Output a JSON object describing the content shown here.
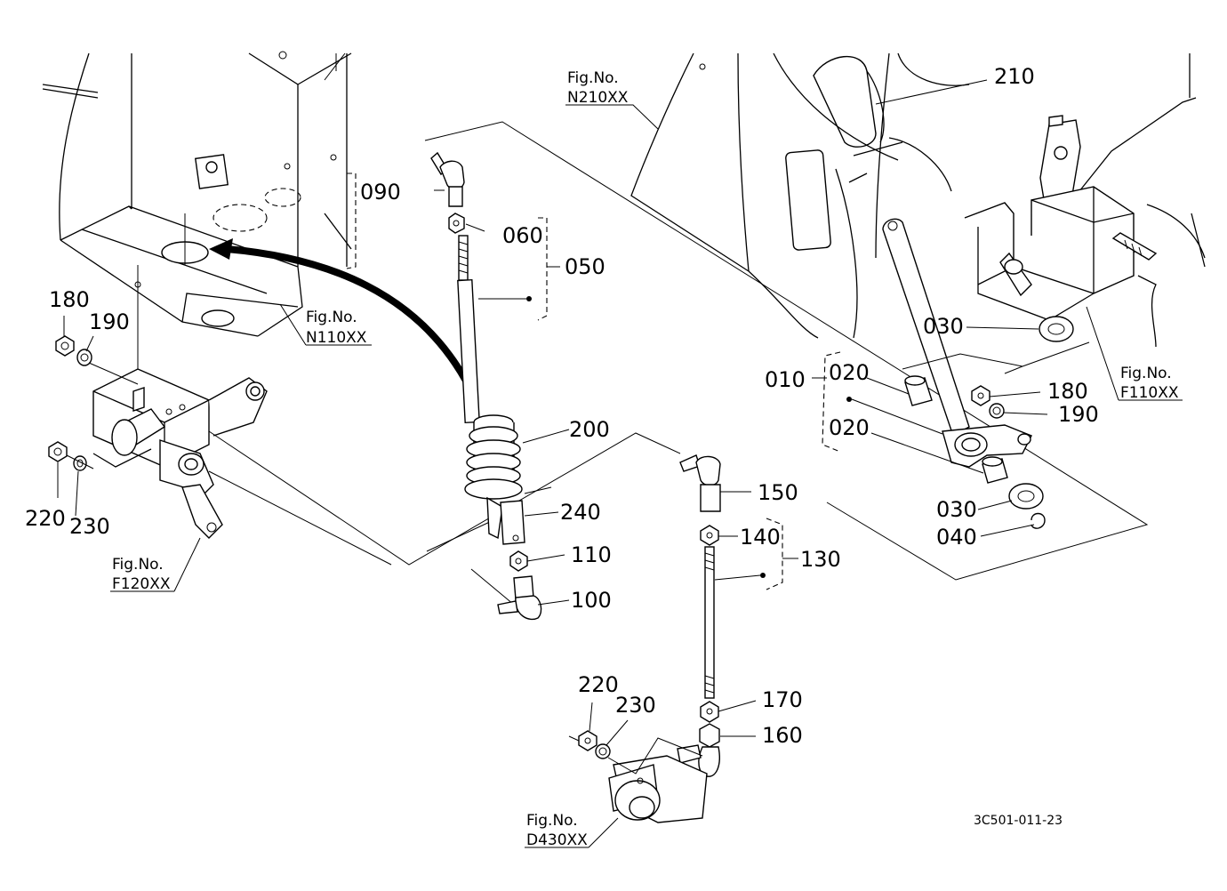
{
  "diagram": {
    "part_labels": {
      "p090": "090",
      "p060": "060",
      "p050": "050",
      "p210": "210",
      "p180a": "180",
      "p190a": "190",
      "p220a": "220",
      "p230a": "230",
      "p200": "200",
      "p240": "240",
      "p110": "110",
      "p100": "100",
      "p150": "150",
      "p140": "140",
      "p130": "130",
      "p170": "170",
      "p160": "160",
      "p220b": "220",
      "p230b": "230",
      "p030a": "030",
      "p010": "010",
      "p020a": "020",
      "p020b": "020",
      "p180b": "180",
      "p190b": "190",
      "p030b": "030",
      "p040": "040"
    },
    "figure_refs": {
      "fig_no": "Fig.No.",
      "n210": "N210XX",
      "n110": "N110XX",
      "f110": "F110XX",
      "f120": "F120XX",
      "d430": "D430XX"
    },
    "drawing_code": "3C501-011-23"
  }
}
